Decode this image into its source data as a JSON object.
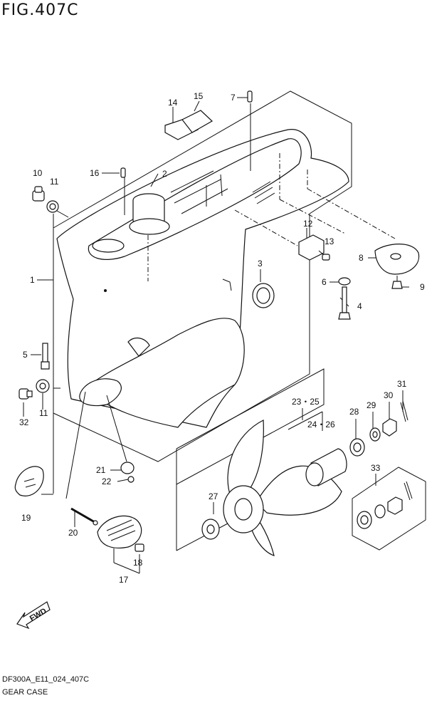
{
  "figure": {
    "title": "FIG.407C"
  },
  "footer": {
    "code": "DF300A_E11_024_407C",
    "name": "GEAR CASE"
  },
  "badge": {
    "fwd_label": "FWD"
  },
  "callouts": [
    "1",
    "2",
    "3",
    "4",
    "5",
    "6",
    "7",
    "8",
    "9",
    "10",
    "11",
    "11",
    "12",
    "13",
    "14",
    "15",
    "16",
    "17",
    "18",
    "19",
    "20",
    "21",
    "22",
    "23・25",
    "24・26",
    "27",
    "28",
    "29",
    "30",
    "31",
    "32",
    "33"
  ]
}
